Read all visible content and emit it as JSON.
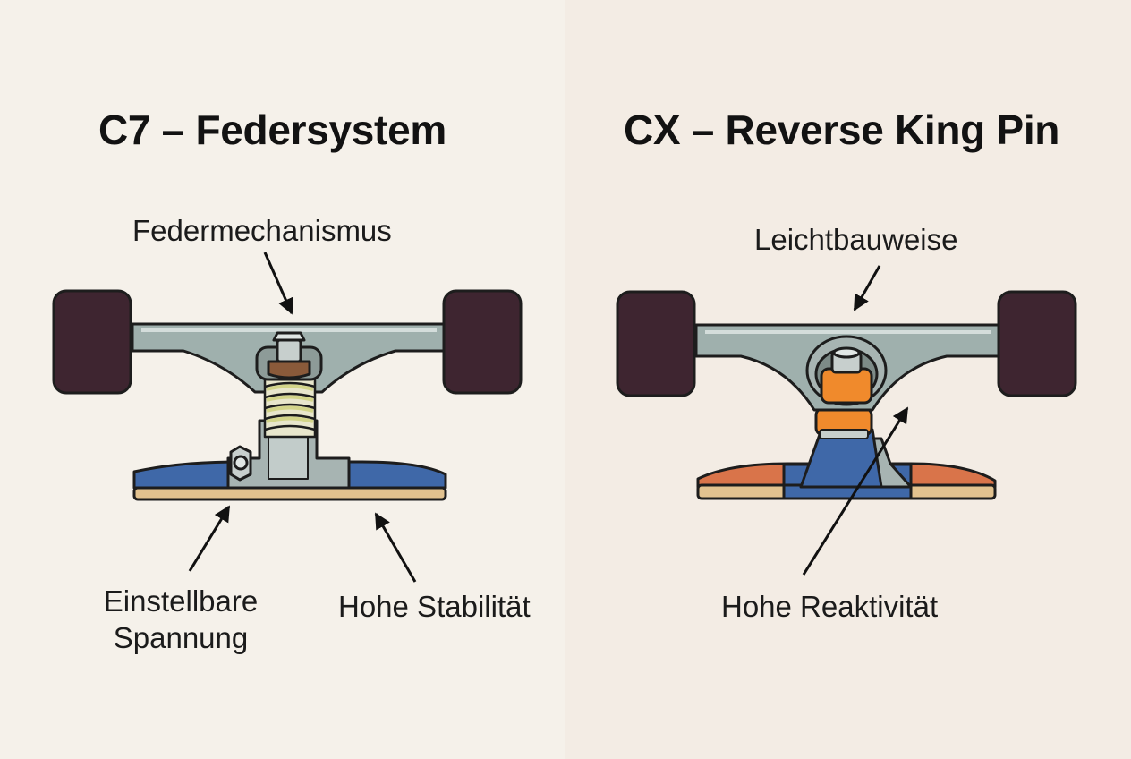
{
  "left_panel": {
    "title": "C7 – Federsystem",
    "labels": {
      "spring_mechanism": "Federmechanismus",
      "adjustable_tension_line1": "Einstellbare",
      "adjustable_tension_line2": "Spannung",
      "high_stability": "Hohe Stabilität"
    },
    "colors": {
      "background": "#f5f1ea",
      "base_plate": "#3f68a8",
      "spring": "#d3d58a"
    }
  },
  "right_panel": {
    "title": "CX – Reverse King Pin",
    "labels": {
      "lightweight": "Leichtbauweise",
      "high_reactivity": "Hohe Reaktivität"
    },
    "colors": {
      "background": "#f3ece4",
      "bushing": "#f08a2c",
      "base_plate_side": "#d9744a"
    }
  },
  "colors": {
    "wheel": "#3e2530",
    "hanger": "#9fb0ad",
    "deck_strip": "#e2c28f",
    "outline": "#1d1d1d"
  }
}
